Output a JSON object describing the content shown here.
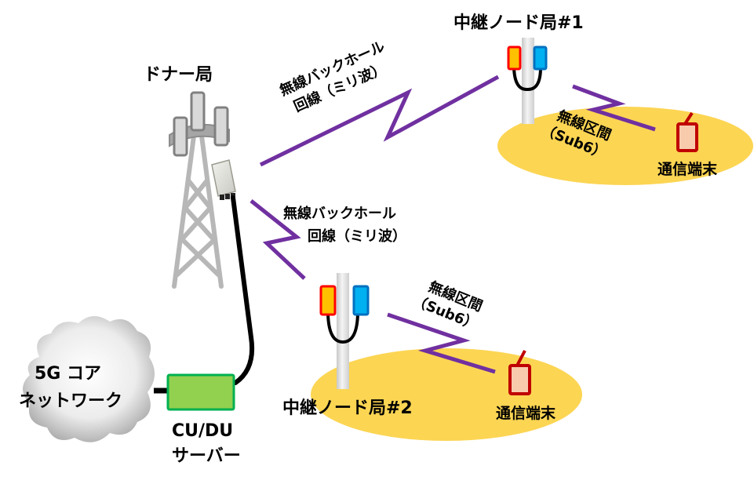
{
  "diagram": {
    "title": "5G relay node wireless backhaul topology",
    "colors": {
      "link_purple": "#7030a0",
      "coverage_yellow": "#fcd553",
      "server_green": "#92d050",
      "server_border": "#00b050",
      "antenna_yellow": "#ffc000",
      "antenna_red": "#ff0000",
      "antenna_blue": "#00b0f0",
      "antenna_blue_border": "#0070c0",
      "terminal_fill": "#f8cbad",
      "terminal_border": "#c00000",
      "cable_black": "#000000",
      "tower_gray": "#b7b7b7",
      "cloud_gray": "#d9d9d9"
    },
    "nodes": {
      "donor": {
        "label": "ドナー局",
        "icon": "cell-tower-icon"
      },
      "relay1": {
        "label": "中継ノード局#1",
        "icon": "relay-pole-icon"
      },
      "relay2": {
        "label": "中継ノード局#2",
        "icon": "relay-pole-icon"
      },
      "core": {
        "label_line1": "5G コア",
        "label_line2": "ネットワーク",
        "icon": "cloud-icon"
      },
      "server": {
        "label_line1": "CU/DU",
        "label_line2": "サーバー",
        "icon": "server-box-icon"
      },
      "terminal1": {
        "label": "通信端末",
        "icon": "mobile-terminal-icon"
      },
      "terminal2": {
        "label": "通信端末",
        "icon": "mobile-terminal-icon"
      }
    },
    "links": {
      "backhaul1": {
        "line1": "無線バックホール",
        "line2": "回線（ミリ波）",
        "from": "donor",
        "to": "relay1",
        "type": "wireless"
      },
      "backhaul2": {
        "line1": "無線バックホール",
        "line2": "回線（ミリ波）",
        "from": "donor",
        "to": "relay2",
        "type": "wireless"
      },
      "access1": {
        "line1": "無線区間",
        "line2": "（Sub6）",
        "from": "relay1",
        "to": "terminal1",
        "type": "wireless"
      },
      "access2": {
        "line1": "無線区間",
        "line2": "（Sub6）",
        "from": "relay2",
        "to": "terminal2",
        "type": "wireless"
      },
      "fiber": {
        "from": "server",
        "to": "donor",
        "type": "wired"
      },
      "core_link": {
        "from": "core",
        "to": "server",
        "type": "wired"
      }
    }
  }
}
